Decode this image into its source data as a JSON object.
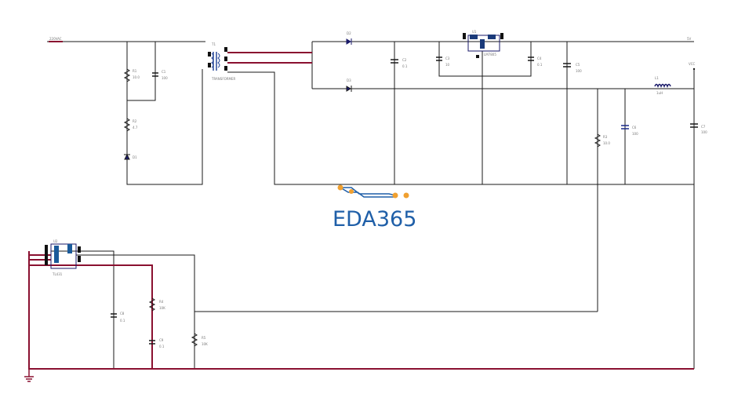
{
  "net_labels": {
    "input": "220VAC",
    "output": "5V",
    "output_pin": "VCC"
  },
  "components": {
    "r1": {
      "ref": "R1",
      "value": "10.0"
    },
    "c1": {
      "ref": "C1",
      "value": "100"
    },
    "r2": {
      "ref": "R2",
      "value": "4.7"
    },
    "d1": {
      "ref": "D1"
    },
    "t1": {
      "ref": "T1",
      "value": "TRANSFORMER"
    },
    "d2": {
      "ref": "D2"
    },
    "d3": {
      "ref": "D3"
    },
    "c2": {
      "ref": "C2",
      "value": "0.1"
    },
    "c3": {
      "ref": "C3",
      "value": "10"
    },
    "u1": {
      "ref": "U1",
      "value": "LM7805"
    },
    "c4": {
      "ref": "C4",
      "value": "0.1"
    },
    "c5": {
      "ref": "C5",
      "value": "100"
    },
    "l1": {
      "ref": "L1",
      "value": "1uH"
    },
    "r3": {
      "ref": "R3",
      "value": "10.0"
    },
    "c6": {
      "ref": "C6",
      "value": "100"
    },
    "c7": {
      "ref": "C7",
      "value": "100"
    },
    "u2": {
      "ref": "U2",
      "value": "TL431"
    },
    "c8": {
      "ref": "C8",
      "value": "0.1"
    },
    "r4": {
      "ref": "R4",
      "value": "10K"
    },
    "c9": {
      "ref": "C9",
      "value": "0.1"
    },
    "r5": {
      "ref": "R5",
      "value": "10K"
    }
  },
  "logo": {
    "text": "EDA365",
    "color": "#1f5fa8",
    "accent": "#f0a030"
  }
}
